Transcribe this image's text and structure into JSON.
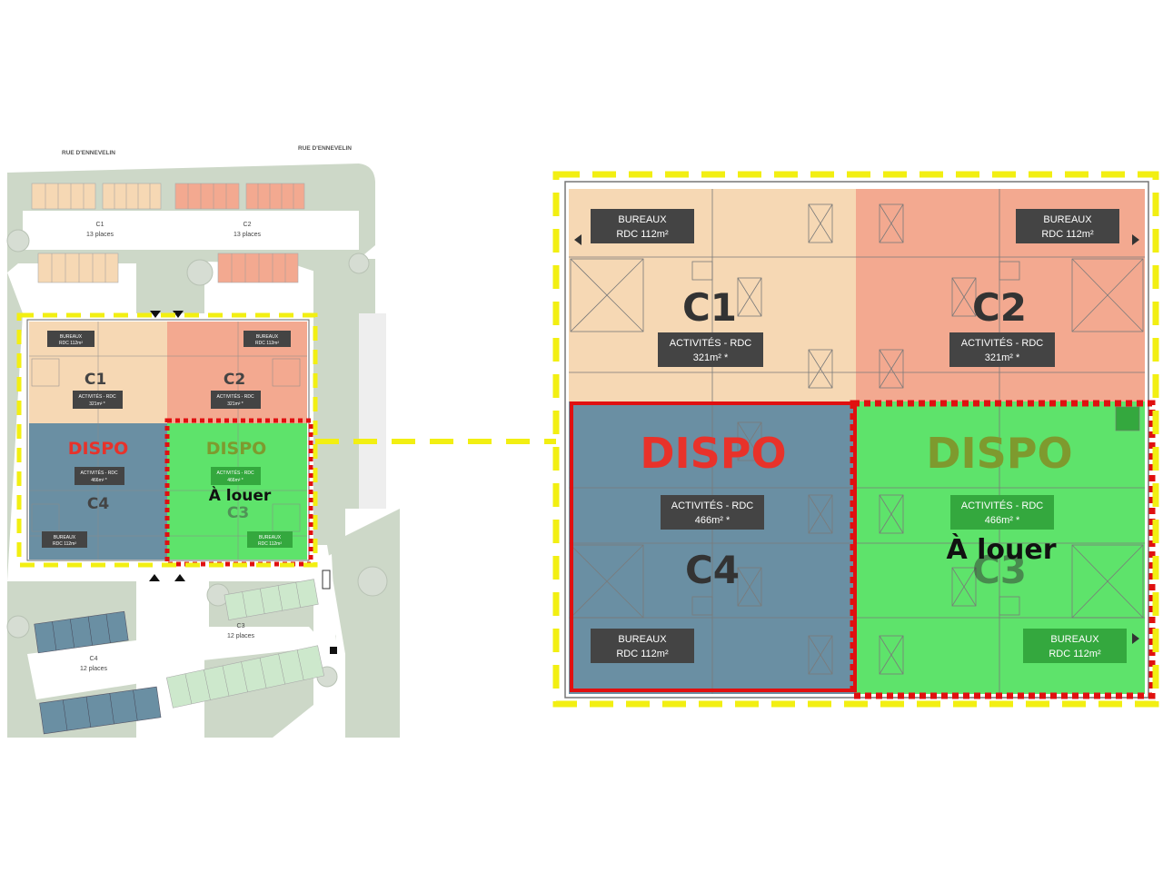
{
  "site_plan": {
    "streets": [
      "RUE D'ENNEVELIN",
      "RUE D'ENNEVELIN"
    ],
    "parking": [
      {
        "name": "C1",
        "places": "13 places"
      },
      {
        "name": "C2",
        "places": "13 places"
      },
      {
        "name": "C3",
        "places": "12 places"
      },
      {
        "name": "C4",
        "places": "12 places"
      }
    ],
    "colors": {
      "c1": "#f6d8b4",
      "c2": "#f3a990",
      "c3": "#5ee36b",
      "c4": "#6a8fa3",
      "yellow_frame": "#f2ef12",
      "red_frame": "#e01010"
    }
  },
  "units": {
    "c1": {
      "name": "C1",
      "office": [
        "BUREAUX",
        "RDC 112m²"
      ],
      "activity": [
        "ACTIVITÉS - RDC",
        "321m² *"
      ]
    },
    "c2": {
      "name": "C2",
      "office": [
        "BUREAUX",
        "RDC 112m²"
      ],
      "activity": [
        "ACTIVITÉS - RDC",
        "321m² *"
      ]
    },
    "c3": {
      "name": "C3",
      "office": [
        "BUREAUX",
        "RDC 112m²"
      ],
      "activity": [
        "ACTIVITÉS - RDC",
        "466m² *"
      ],
      "status": "DISPO",
      "rent_label": "À louer"
    },
    "c4": {
      "name": "C4",
      "office": [
        "BUREAUX",
        "RDC 112m²"
      ],
      "activity": [
        "ACTIVITÉS - RDC",
        "466m² *"
      ],
      "status": "DISPO"
    }
  }
}
